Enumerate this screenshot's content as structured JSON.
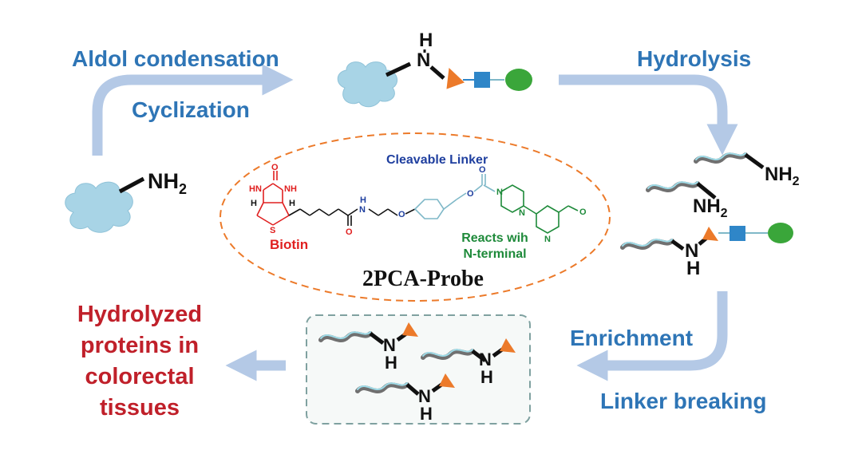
{
  "labels": {
    "aldol": "Aldol condensation",
    "cyclization": "Cyclization",
    "hydrolysis": "Hydrolysis",
    "enrichment": "Enrichment",
    "linker_breaking": "Linker breaking",
    "result_line1": "Hydrolyzed",
    "result_line2": "proteins in",
    "result_line3": "colorectal",
    "result_line4": "tissues"
  },
  "probe": {
    "title": "2PCA-Probe",
    "cleavable_linker": "Cleavable Linker",
    "biotin": "Biotin",
    "reacts_line1": "Reacts wih",
    "reacts_line2": "N-terminal"
  },
  "atoms": {
    "nh2": "NH",
    "sub2": "2",
    "n": "N",
    "h": "H",
    "o": "O",
    "s": "S",
    "hn": "HN",
    "nh": "NH"
  },
  "colors": {
    "label_blue": "#2e75b6",
    "label_red": "#c0202a",
    "biotin_red": "#e02020",
    "linker_blue": "#1f3f9f",
    "reacts_green": "#1e8a3a",
    "arrow": "#b4c9e6",
    "cloud": "#a8d4e6",
    "triangle": "#ec7a2a",
    "square": "#2f86c8",
    "circle": "#3aa63a",
    "ellipse": "#ec7a2a"
  }
}
